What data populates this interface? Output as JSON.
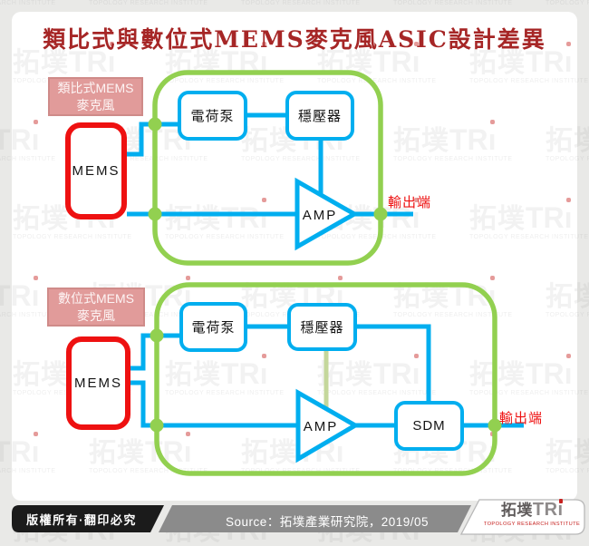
{
  "title": "類比式與數位式MEMS麥克風ASIC設計差異",
  "colors": {
    "line_blue": "#00aeef",
    "container_green": "#92d050",
    "mems_red": "#ee1111",
    "title_red": "#a62626",
    "output_red": "#ee1111",
    "tag_pink": "#e19b9a",
    "pale_green_line": "#c4d79b",
    "footer_black": "#1b1b1b",
    "footer_gray": "#8b8b8b",
    "logo_red": "#c6211f"
  },
  "analog": {
    "label_line1": "類比式MEMS",
    "label_line2": "麥克風",
    "mems": "MEMS",
    "charge_pump": "電荷泵",
    "regulator": "穩壓器",
    "amp": "AMP",
    "output": "輸出端"
  },
  "digital": {
    "label_line1": "數位式MEMS",
    "label_line2": "麥克風",
    "mems": "MEMS",
    "charge_pump": "電荷泵",
    "regulator": "穩壓器",
    "amp": "AMP",
    "sdm": "SDM",
    "output": "輸出端"
  },
  "footer": {
    "copyright": "版權所有·翻印必究",
    "source": "Source：拓墣產業研究院，2019/05",
    "logo_cjk": "拓墣",
    "logo_latin": "TR",
    "logo_i": "ı",
    "logo_subtitle": "TOPOLOGY RESEARCH INSTITUTE"
  },
  "watermark": {
    "cjk": "拓墣",
    "latin": "TR",
    "i": "ı",
    "subtitle": "TOPOLOGY RESEARCH INSTITUTE"
  }
}
